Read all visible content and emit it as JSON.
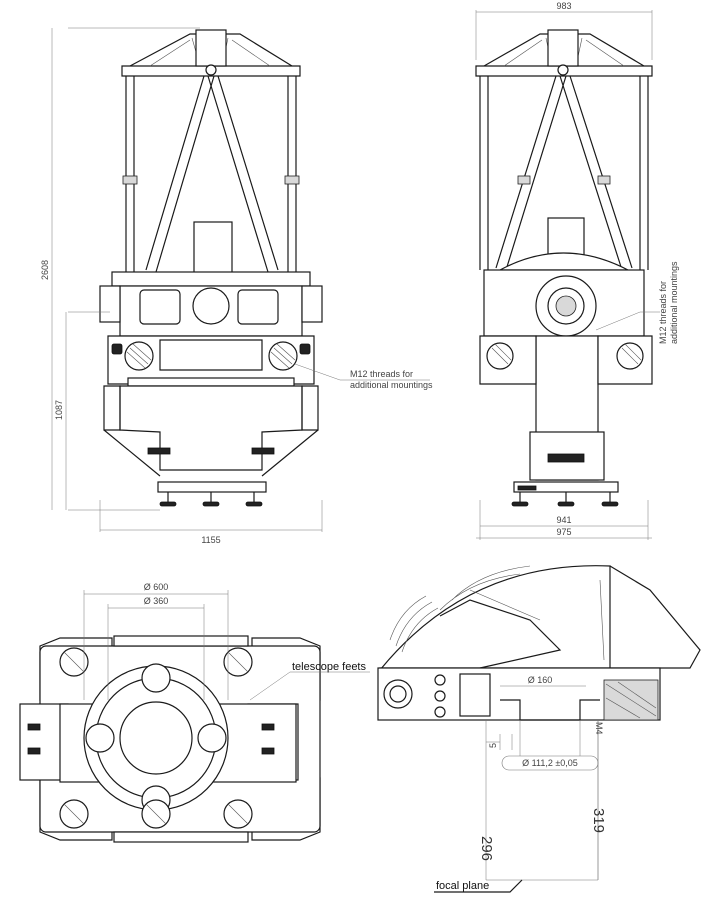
{
  "front_view": {
    "width_label": "1155",
    "height_label": "2608",
    "axis_height_label": "1087",
    "callout": [
      "M12 threads for",
      "additional mountings"
    ]
  },
  "side_view": {
    "top_width_label": "983",
    "inner_width_label": "941",
    "outer_width_label": "975",
    "callout": [
      "M12 threads for",
      "additional mountings"
    ]
  },
  "bottom_view": {
    "diameter_outer": "Ø 600",
    "diameter_inner": "Ø 360",
    "callout": "telescope feets"
  },
  "detail_view": {
    "diameter_bore": "Ø 160",
    "diameter_flange": "Ø 111,2 ±0,05",
    "dim_small": "5",
    "dim_m4": "M4",
    "backfocus_short": "296",
    "backfocus_long": "319",
    "focal_plane_label": "focal plane"
  }
}
